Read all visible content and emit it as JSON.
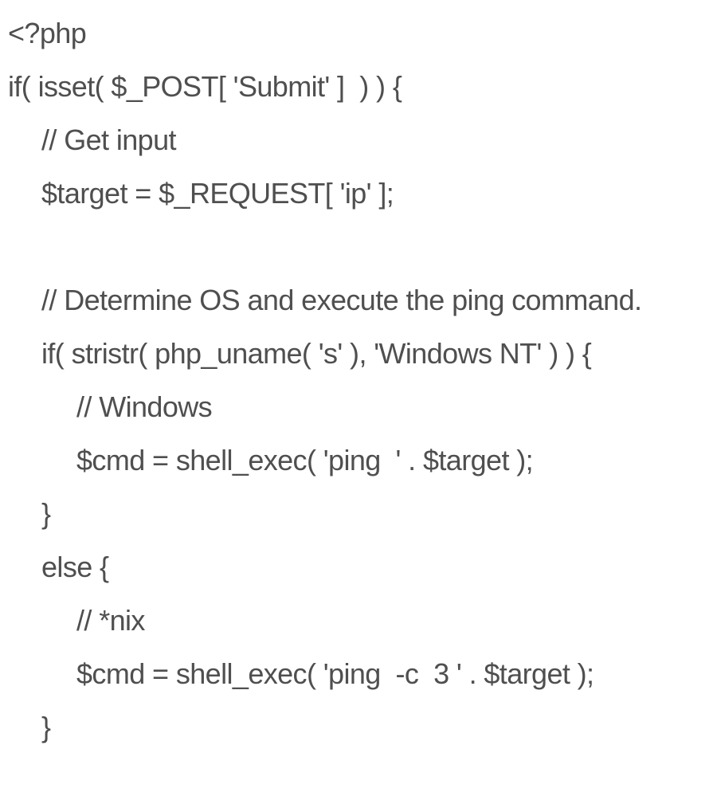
{
  "page": {
    "background_color": "#ffffff",
    "text_color": "#4f4f4f"
  },
  "code": {
    "language": "php",
    "lines": [
      {
        "indent": 0,
        "text": "<?php"
      },
      {
        "indent": 0,
        "text": "if( isset( $_POST[ 'Submit' ]  ) ) {"
      },
      {
        "indent": 1,
        "text": "// Get input"
      },
      {
        "indent": 1,
        "text": "$target = $_REQUEST[ 'ip' ];"
      },
      {
        "indent": 0,
        "text": ""
      },
      {
        "indent": 1,
        "text": "// Determine OS and execute the ping command."
      },
      {
        "indent": 1,
        "text": "if( stristr( php_uname( 's' ), 'Windows NT' ) ) {"
      },
      {
        "indent": 2,
        "text": "// Windows"
      },
      {
        "indent": 2,
        "text": "$cmd = shell_exec( 'ping  ' . $target );"
      },
      {
        "indent": 1,
        "text": "}"
      },
      {
        "indent": 1,
        "text": "else {"
      },
      {
        "indent": 2,
        "text": "// *nix"
      },
      {
        "indent": 2,
        "text": "$cmd = shell_exec( 'ping  -c  3 ' . $target );"
      },
      {
        "indent": 1,
        "text": "}"
      }
    ]
  }
}
